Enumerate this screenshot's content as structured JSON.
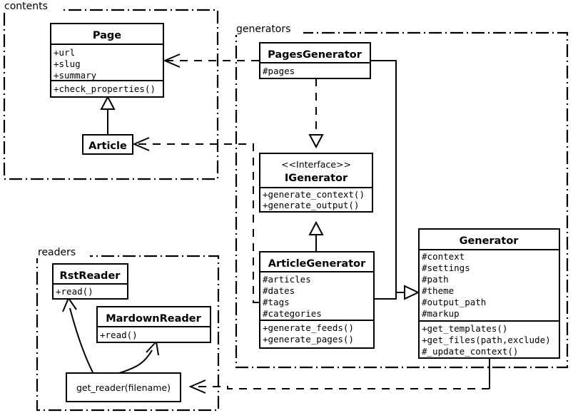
{
  "diagram": {
    "title": "UML class diagram",
    "background": "#ffffff",
    "stroke": "#000000"
  },
  "packages": [
    {
      "id": "contents",
      "label": "contents"
    },
    {
      "id": "generators",
      "label": "generators"
    },
    {
      "id": "readers",
      "label": "readers"
    }
  ],
  "classes": {
    "page": {
      "name": "Page",
      "attributes": [
        "+url",
        "+slug",
        "+summary"
      ],
      "methods": [
        "+check_properties()"
      ]
    },
    "article": {
      "name": "Article",
      "attributes": [],
      "methods": []
    },
    "pages_generator": {
      "name": "PagesGenerator",
      "attributes": [
        "#pages"
      ],
      "methods": []
    },
    "igenerator": {
      "stereotype": "<<Interface>>",
      "name": "IGenerator",
      "attributes": [],
      "methods": [
        "+generate_context()",
        "+generate_output()"
      ]
    },
    "article_generator": {
      "name": "ArticleGenerator",
      "attributes": [
        "#articles",
        "#dates",
        "#tags",
        "#categories"
      ],
      "methods": [
        "+generate_feeds()",
        "+generate_pages()"
      ]
    },
    "generator": {
      "name": "Generator",
      "attributes": [
        "#context",
        "#settings",
        "#path",
        "#theme",
        "#output_path",
        "#markup"
      ],
      "methods": [
        "+get_templates()",
        "+get_files(path,exclude)",
        "#_update_context()"
      ]
    },
    "rst_reader": {
      "name": "RstReader",
      "attributes": [],
      "methods": [
        "+read()"
      ]
    },
    "mardown_reader": {
      "name": "MardownReader",
      "attributes": [],
      "methods": [
        "+read()"
      ]
    }
  },
  "functions": {
    "get_reader": {
      "label": "get_reader(filename)"
    }
  },
  "relations": [
    {
      "id": "article-inherits-page",
      "from": "article",
      "to": "page",
      "type": "generalization"
    },
    {
      "id": "pagesgenerator-realizes-igenerator",
      "from": "pages_generator",
      "to": "igenerator",
      "type": "realization"
    },
    {
      "id": "articlegenerator-inherits-igenerator",
      "from": "article_generator",
      "to": "igenerator",
      "type": "generalization"
    },
    {
      "id": "pagesgenerator-to-generator",
      "from": "pages_generator",
      "to": "generator",
      "type": "generalization"
    },
    {
      "id": "articlegenerator-to-generator",
      "from": "article_generator",
      "to": "generator",
      "type": "generalization"
    },
    {
      "id": "pagesgenerator-uses-page",
      "from": "pages_generator",
      "to": "page",
      "type": "dependency"
    },
    {
      "id": "articlegenerator-uses-article",
      "from": "article_generator",
      "to": "article",
      "type": "dependency"
    },
    {
      "id": "generator-uses-get-reader",
      "from": "generator",
      "to": "get_reader",
      "type": "dependency"
    },
    {
      "id": "get-reader-returns-rstreader",
      "from": "get_reader",
      "to": "rst_reader",
      "type": "returns"
    },
    {
      "id": "get-reader-returns-mardownreader",
      "from": "get_reader",
      "to": "mardown_reader",
      "type": "returns"
    }
  ]
}
